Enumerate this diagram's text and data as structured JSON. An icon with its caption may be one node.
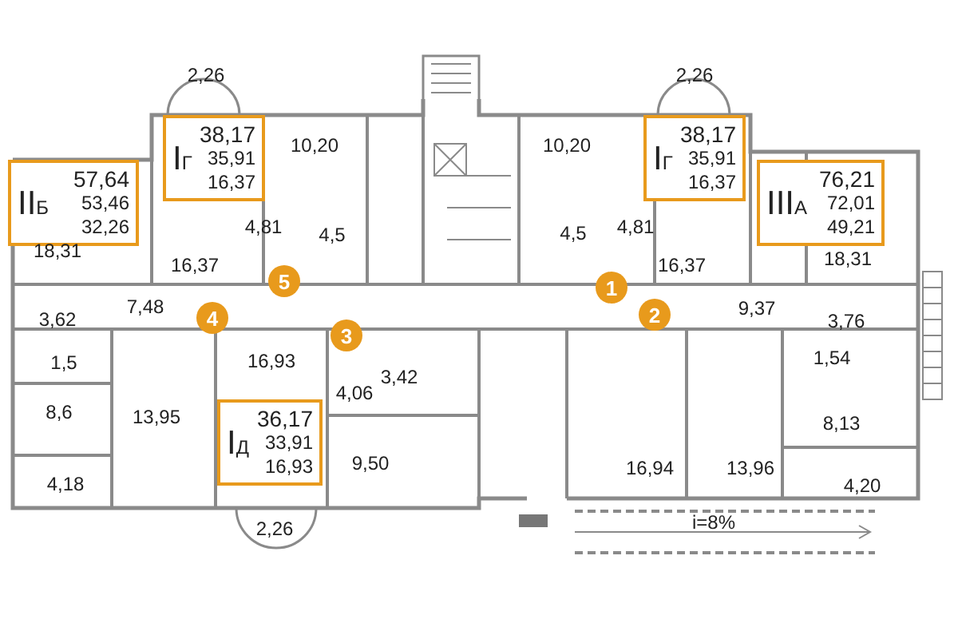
{
  "diagram": {
    "nodes": [
      {
        "text": [
          "II$_{Б}$",
          "57,64",
          "53,46",
          "32,26"
        ]
      },
      {
        "text": [
          "I$_{Г}$",
          "38,17",
          "35,91",
          "16,37"
        ]
      },
      {
        "text": [
          "I$_{Г}$",
          "38,17",
          "35,91",
          "16,37"
        ]
      },
      {
        "text": [
          "III$_{А}$",
          "76,21",
          "72,01",
          "49,21"
        ]
      },
      {
        "text": [
          "5"
        ]
      },
      {
        "text": [
          "1"
        ]
      },
      {
        "text": [
          "4"
        ]
      },
      {
        "text": [
          "2"
        ]
      },
      {
        "text": [
          "3"
        ]
      },
      {
        "text": [
          "I$_{Д}$",
          "36,17",
          "33,91",
          "16,93"
        ]
      }
    ],
    "labels": [
      "2,26",
      "2,26",
      "10,20",
      "10,20",
      "4,81",
      "4,5",
      "4,5",
      "4,81",
      "18,31",
      "16,37",
      "16,37",
      "18,31",
      "7,48",
      "9,37",
      "3,62",
      "3,76",
      "1,5",
      "16,93",
      "1,54",
      "3,42",
      "4,06",
      "8,6",
      "13,95",
      "8,13",
      "9,50",
      "16,94",
      "13,96",
      "4,18",
      "4,20",
      "2,26",
      "i=8%"
    ]
  }
}
